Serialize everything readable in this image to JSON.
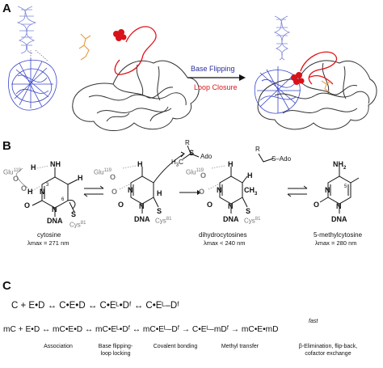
{
  "panels": {
    "a": "A",
    "b": "B",
    "c": "C"
  },
  "colors": {
    "base_flipping": "#2b2f9c",
    "loop_closure": "#e0141b",
    "protein": "#333333",
    "dna": "#3a46c9",
    "cofactor": "#e8a04a",
    "grey_text": "#777777"
  },
  "panel_a": {
    "base_flipping": "Base Flipping",
    "loop_closure": "Loop Closure"
  },
  "panel_b": {
    "glu_1": "Glu",
    "glu_sup": "119",
    "cys_1": "Cys",
    "cys_sup": "81",
    "dna": "DNA",
    "nh2": "NH",
    "h": "H",
    "o": "O",
    "n": "N",
    "ch3": "CH",
    "s": "S",
    "ado": "Ado",
    "r": "R",
    "sado": "S–Ado",
    "h3c": "H",
    "ring_3": "3",
    "ring_5": "5",
    "ring_6": "6",
    "cytosine": "cytosine",
    "cytosine_lmax": "λmax = 271 nm",
    "dihydro": "dihydrocytosines",
    "dihydro_lmax": "λmax < 240 nm",
    "methyl": "5-methylcytosine",
    "methyl_lmax": "λmax = 280 nm"
  },
  "panel_c": {
    "eq1": "C + E•D ↔  C•E•D ↔  C•Eᴸ•Dᶠ ↔ C•Eᴸ–Dᶠ",
    "eq2": "mC + E•D ↔ mC•E•D ↔ mC•Eᴸ•Dᶠ ↔ mC•Eᴸ–Dᶠ → C•Eᴸ–mDᶠ → mC•E•mD",
    "fast": "fast",
    "steps": [
      "Association",
      "Base flipping-\nloop locking",
      "Covalent bonding",
      "Methyl transfer",
      "β-Elimination, flip-back,\ncofactor exchange"
    ]
  }
}
